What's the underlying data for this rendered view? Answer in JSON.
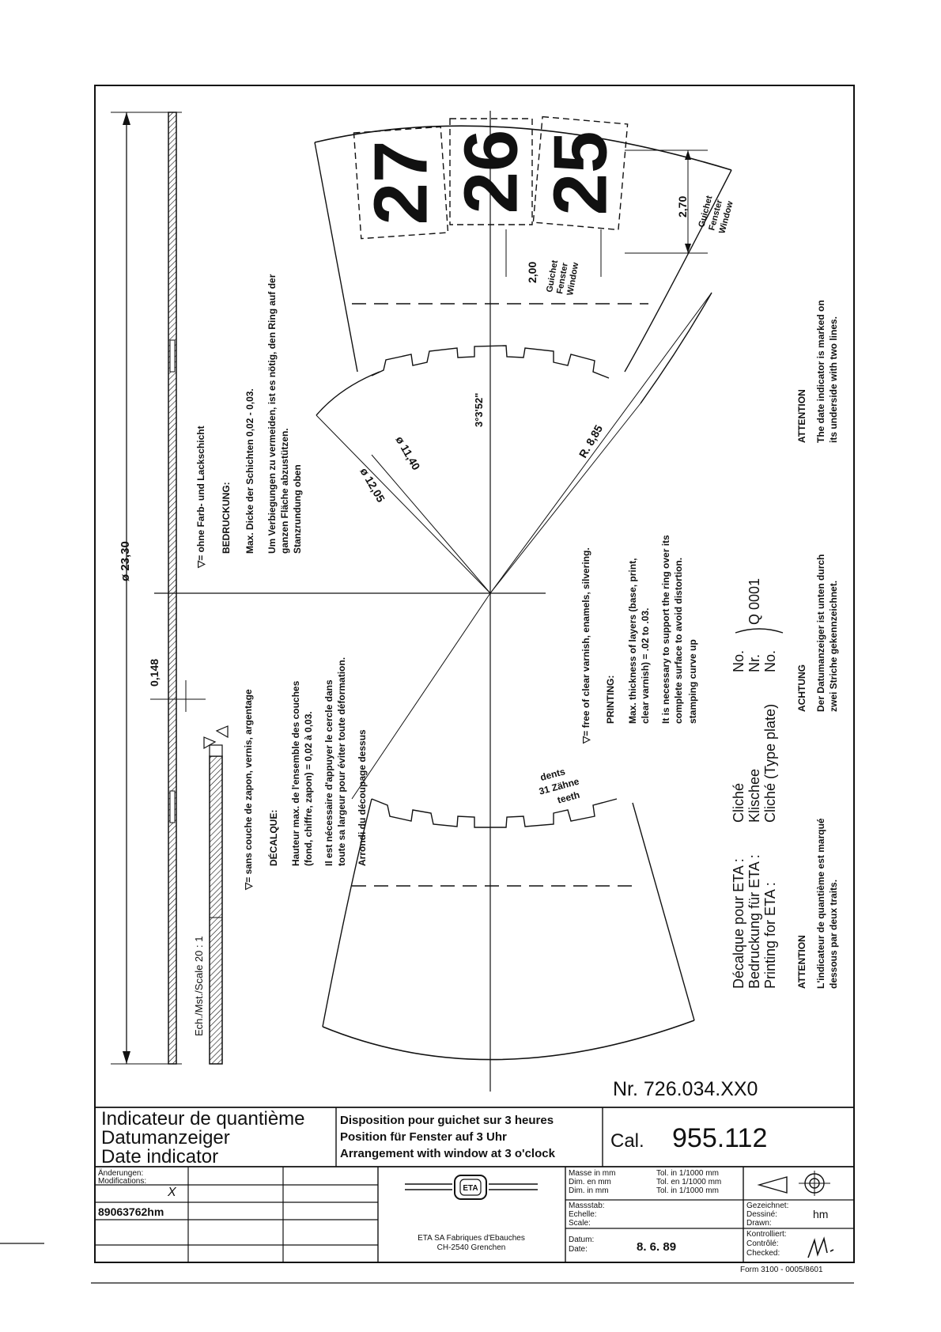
{
  "drawing": {
    "number": "Nr. 726.034.XX0",
    "scale_label": "Ech./Mst./Scale 20 : 1",
    "dimensions": {
      "outer_diameter": "ø 23,30",
      "thickness": "0,148",
      "window_width": "2,70",
      "window_height": "2,00",
      "radius": "R. 8,85",
      "inner_diameter_1": "ø 11,40",
      "inner_diameter_2": "ø 12,05",
      "tooth_angle": "3°3'52\""
    },
    "window_label": [
      "Guichet",
      "Fenster",
      "Window"
    ],
    "teeth_label": [
      "dents",
      "31 Zähne",
      "teeth"
    ],
    "dial_numbers": [
      "27",
      "26",
      "25"
    ],
    "notes_de": {
      "legend": "▽= ohne Farb- und Lackschicht",
      "heading": "BEDRUCKUNG:",
      "line1": "Max. Dicke der Schichten  0,02 - 0,03.",
      "line2": "Um Verbiegungen zu vermeiden, ist es nötig, den Ring auf der",
      "line3": "ganzen Fläche abzustützen.",
      "line4": "Stanzrundung oben"
    },
    "notes_fr": {
      "legend": "▽= sans couche de zapon, vernis, argentage",
      "heading": "DÉCALQUE:",
      "line1": "Hauteur max. de l'ensemble des couches",
      "line2": "(fond, chiffre, zapon) = 0,02 à 0,03.",
      "line3": "Il est nécessaire d'appuyer le cercle dans",
      "line4": "toute sa largeur pour éviter toute déformation.",
      "line5": "Arrondi du découpage dessus"
    },
    "notes_en": {
      "legend": "▽= free of clear varnish, enamels, silvering.",
      "heading": "PRINTING:",
      "line1": "Max. thickness of layers (base, print,",
      "line2": "clear varnish) =  .02 to  .03.",
      "line3": "It is necessary to support the ring over its",
      "line4": "complete surface to avoid distortion.",
      "line5": "stamping curve up"
    },
    "cliche": {
      "rows": [
        {
          "label": "Décalque pour ETA  :",
          "type": "Cliché",
          "no": "No."
        },
        {
          "label": "Bedruckung für ETA :",
          "type": "Klischee",
          "no": "Nr."
        },
        {
          "label": "Printing for ETA   :",
          "type": "Cliché (Type plate)",
          "no": "No."
        }
      ],
      "number": "Q 0001"
    },
    "attention_fr": {
      "heading": "ATTENTION",
      "line1": "L'indicateur de quantième est marqué",
      "line2": "dessous par deux traits."
    },
    "achtung_de": {
      "heading": "ACHTUNG",
      "line1": "Der Datumanzeiger ist unten durch",
      "line2": "zwei Striche gekennzeichnet."
    },
    "attention_en": {
      "heading": "ATTENTION",
      "line1": "The date indicator is marked on",
      "line2": "its underside with two lines."
    }
  },
  "title_block": {
    "name_fr": "Indicateur de quantième",
    "name_de": "Datumanzeiger",
    "name_en": "Date indicator",
    "desc_fr": "Disposition pour guichet sur 3 heures",
    "desc_de": "Position für Fenster auf 3 Uhr",
    "desc_en": "Arrangement with window at 3 o'clock",
    "cal_label": "Cal.",
    "cal_value": "955.112",
    "modifications_label_1": "Änderungen:",
    "modifications_label_2": "Modifications:",
    "modification_mark": "X",
    "ref": "89063762hm",
    "company_1": "ETA SA Fabriques d'Ebauches",
    "company_2": "CH-2540 Grenchen",
    "logo_text": "ETA",
    "masse_1": "Masse in mm",
    "masse_2": "Dim. en mm",
    "masse_3": "Dim. in mm",
    "tol_1": "Tol. in 1/1000 mm",
    "tol_2": "Tol. en 1/1000 mm",
    "tol_3": "Tol. in 1/1000 mm",
    "scale_1": "Massstab:",
    "scale_2": "Echelle:",
    "scale_3": "Scale:",
    "date_1": "Datum:",
    "date_2": "Date:",
    "date_value": "8. 6. 89",
    "drawn_1": "Gezeichnet:",
    "drawn_2": "Dessiné:",
    "drawn_3": "Drawn:",
    "drawn_value": "hm",
    "checked_1": "Kontrolliert:",
    "checked_2": "Contrôlé:",
    "checked_3": "Checked:",
    "form_no": "Form 3100 - 0005/8601"
  }
}
